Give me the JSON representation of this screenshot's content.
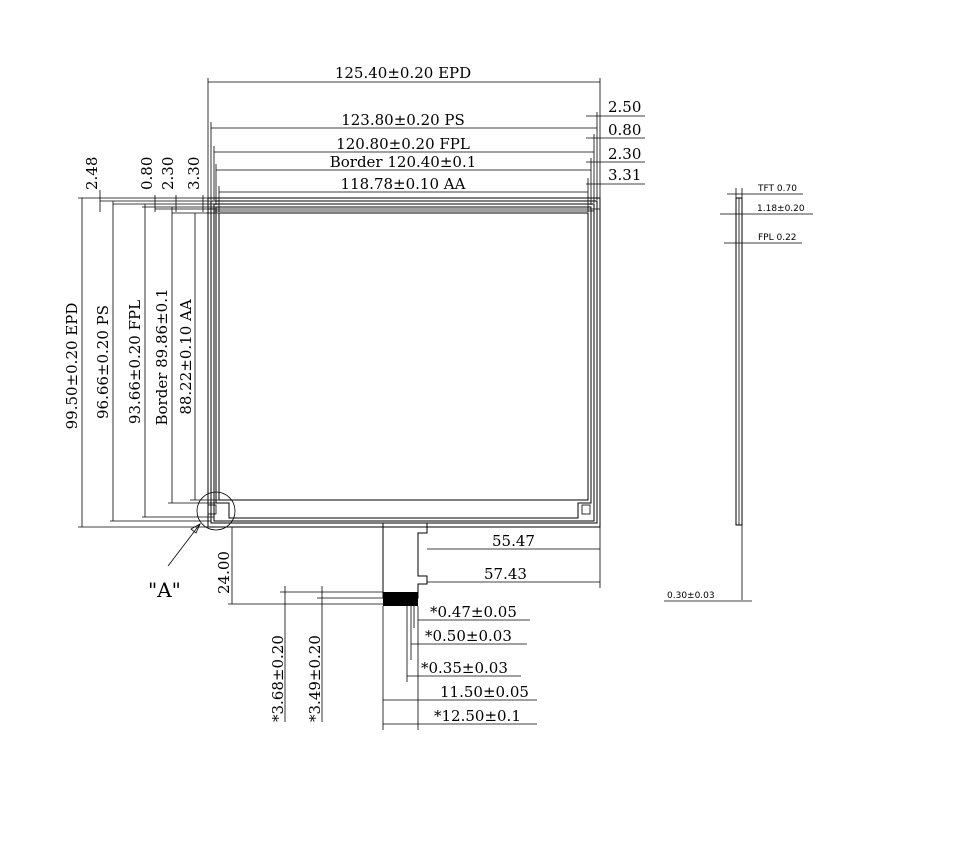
{
  "horizontal_dims": {
    "epd": "125.40±0.20 EPD",
    "ps": "123.80±0.20 PS",
    "fpl": "120.80±0.20 FPL",
    "border": "Border 120.40±0.1",
    "aa": "118.78±0.10 AA"
  },
  "right_offsets": {
    "a": "2.50",
    "b": "0.80",
    "c": "2.30",
    "d": "3.31"
  },
  "top_offsets": {
    "a": "2.48",
    "b": "0.80",
    "c": "2.30",
    "d": "3.30"
  },
  "vertical_dims": {
    "epd": "99.50±0.20 EPD",
    "ps": "96.66±0.20 PS",
    "fpl": "93.66±0.20 FPL",
    "border": "Border 89.86±0.1",
    "aa": "88.22±0.10 AA"
  },
  "fpc_dims": {
    "d1": "55.47",
    "d2": "57.43",
    "tail": "24.00",
    "p1": "*0.47±0.05",
    "p2": "*0.50±0.03",
    "p3": "*0.35±0.03",
    "w1": "11.50±0.05",
    "w2": "*12.50±0.1",
    "h1": "*3.68±0.20",
    "h2": "*3.49±0.20"
  },
  "detail_label": "\"A\"",
  "side_view": {
    "tft": "TFT 0.70",
    "total": "1.18±0.20",
    "fpl": "FPL 0.22",
    "bottom": "0.30±0.03"
  }
}
